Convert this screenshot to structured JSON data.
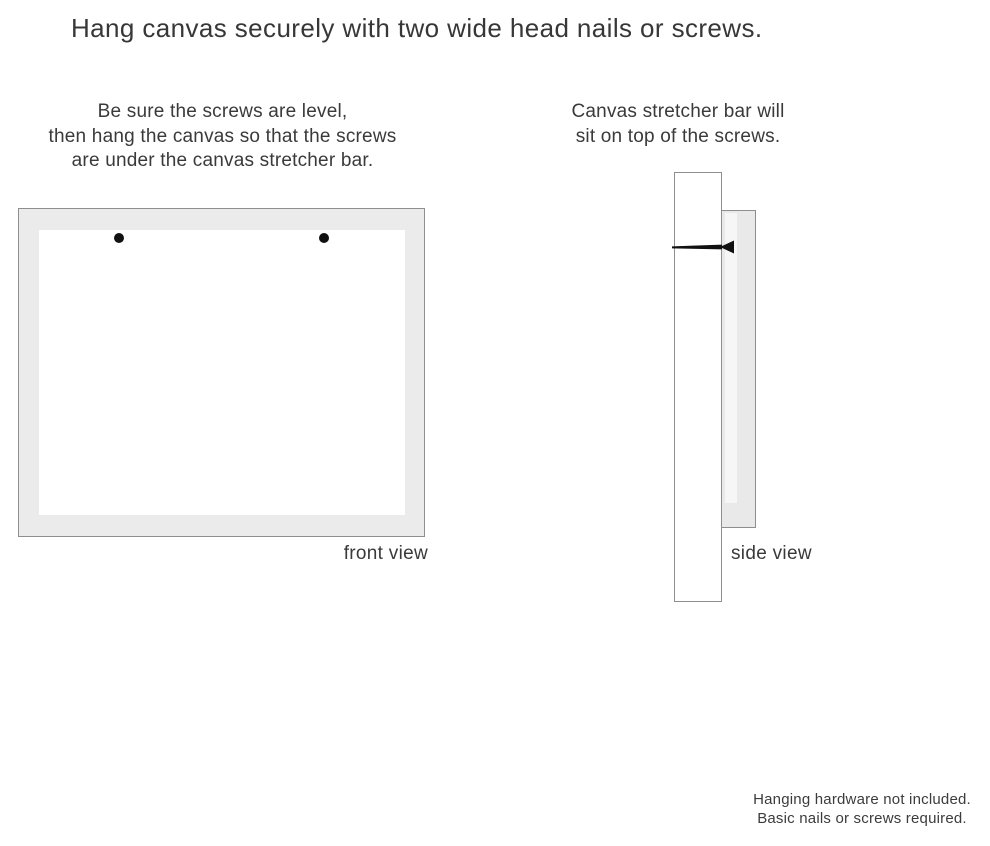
{
  "title": "Hang canvas securely with two wide head nails or screws.",
  "front_section": {
    "instruction_lines": [
      "Be sure the screws are level,",
      "then hang the canvas so that the screws",
      "are under the canvas stretcher bar."
    ],
    "label": "front view",
    "screw_count": 2
  },
  "side_section": {
    "instruction_lines": [
      "Canvas stretcher bar will",
      "sit on top of the screws."
    ],
    "label": "side view"
  },
  "footer_note": {
    "lines": [
      "Hanging hardware not included.",
      "Basic nails or screws required."
    ]
  },
  "icons": {
    "screw_left": "screw-head-dot",
    "screw_right": "screw-head-dot",
    "nail": "nail-side-profile"
  },
  "colors": {
    "canvas_frame_fill": "#ebebeb",
    "canvas_face_fill": "#ffffff",
    "canvas_side_fill": "#e9e9e9",
    "outline_gray": "#8e8e8e",
    "screw_black": "#111111",
    "text_dark_gray": "#3a3a3a",
    "background": "#ffffff"
  }
}
